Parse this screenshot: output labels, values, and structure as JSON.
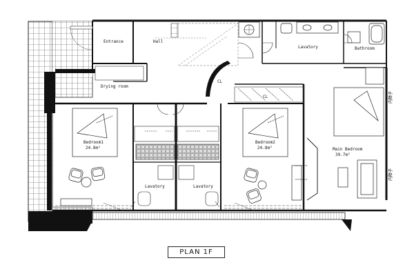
{
  "plan_title": "PLAN 1F",
  "rooms": {
    "entrance": "Entrance",
    "hall": "Hall",
    "drying_room": "Drying room",
    "lavatory_top": "Lavatory",
    "bathroom": "Bathroom",
    "bedroom1_name": "Bedroom1",
    "bedroom1_area": "24.8m²",
    "bedroom2_name": "Bedroom2",
    "bedroom2_area": "24.8m²",
    "main_bedroom_name": "Main Bedroom",
    "main_bedroom_area": "39.7m²",
    "lavatory_left": "Lavatory",
    "lavatory_right": "Lavatory"
  },
  "closet_label": "CL",
  "side_labels": {
    "main_bedroom_top": "内障子",
    "main_bedroom_bottom": "内障子"
  }
}
